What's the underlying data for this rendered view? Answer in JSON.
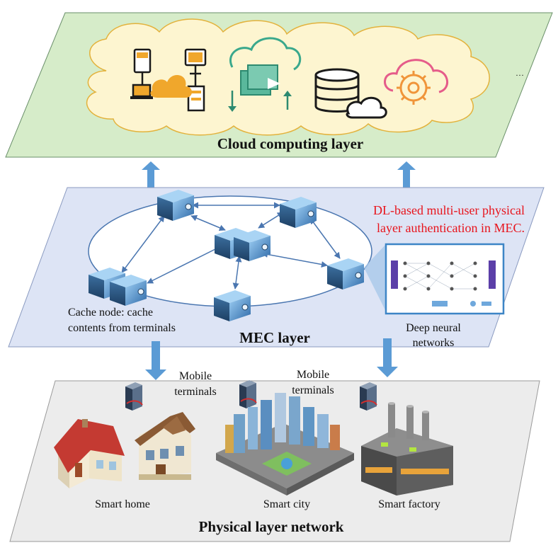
{
  "cloud_layer": {
    "title": "Cloud computing layer",
    "ellipsis": "···"
  },
  "mec_layer": {
    "title": "MEC layer",
    "authentication_note_line1": "DL-based multi-user physical",
    "authentication_note_line2": "layer authentication in MEC.",
    "cache_node_line1": "Cache node: cache",
    "cache_node_line2": "contents from terminals",
    "dnn_line1": "Deep neural",
    "dnn_line2": "networks"
  },
  "physical_layer": {
    "title": "Physical layer network",
    "mobile_terminals_1_line1": "Mobile",
    "mobile_terminals_1_line2": "terminals",
    "mobile_terminals_2_line1": "Mobile",
    "mobile_terminals_2_line2": "terminals",
    "smart_home": "Smart home",
    "smart_city": "Smart city",
    "smart_factory": "Smart factory"
  },
  "colors": {
    "cloud_plane": "#d6ecc9",
    "cloud_bubble": "#fdf5d0",
    "cloud_bubble_stroke": "#e3b23c",
    "mec_plane": "#dde4f5",
    "physical_plane": "#ececec",
    "arrow": "#5b9bd5",
    "link": "#4a76b0",
    "server": "#3f7fbf",
    "highlight_text": "#e8141c"
  }
}
